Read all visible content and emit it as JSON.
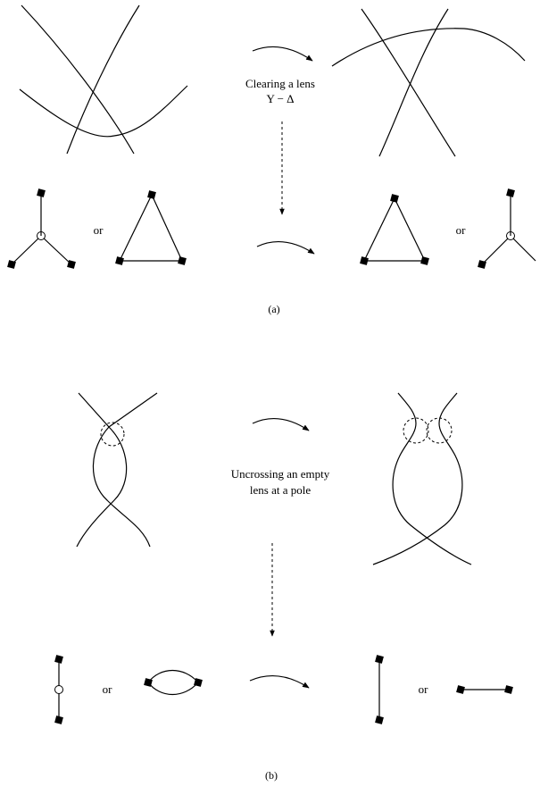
{
  "panel_a": {
    "top_label_line1": "Clearing a lens",
    "top_label_line2": "Y − Δ",
    "or_left": "or",
    "or_right": "or",
    "caption": "(a)"
  },
  "panel_b": {
    "label_line1": "Uncrossing an empty",
    "label_line2": "lens at a pole",
    "or_left": "or",
    "or_right": "or",
    "caption": "(b)"
  }
}
